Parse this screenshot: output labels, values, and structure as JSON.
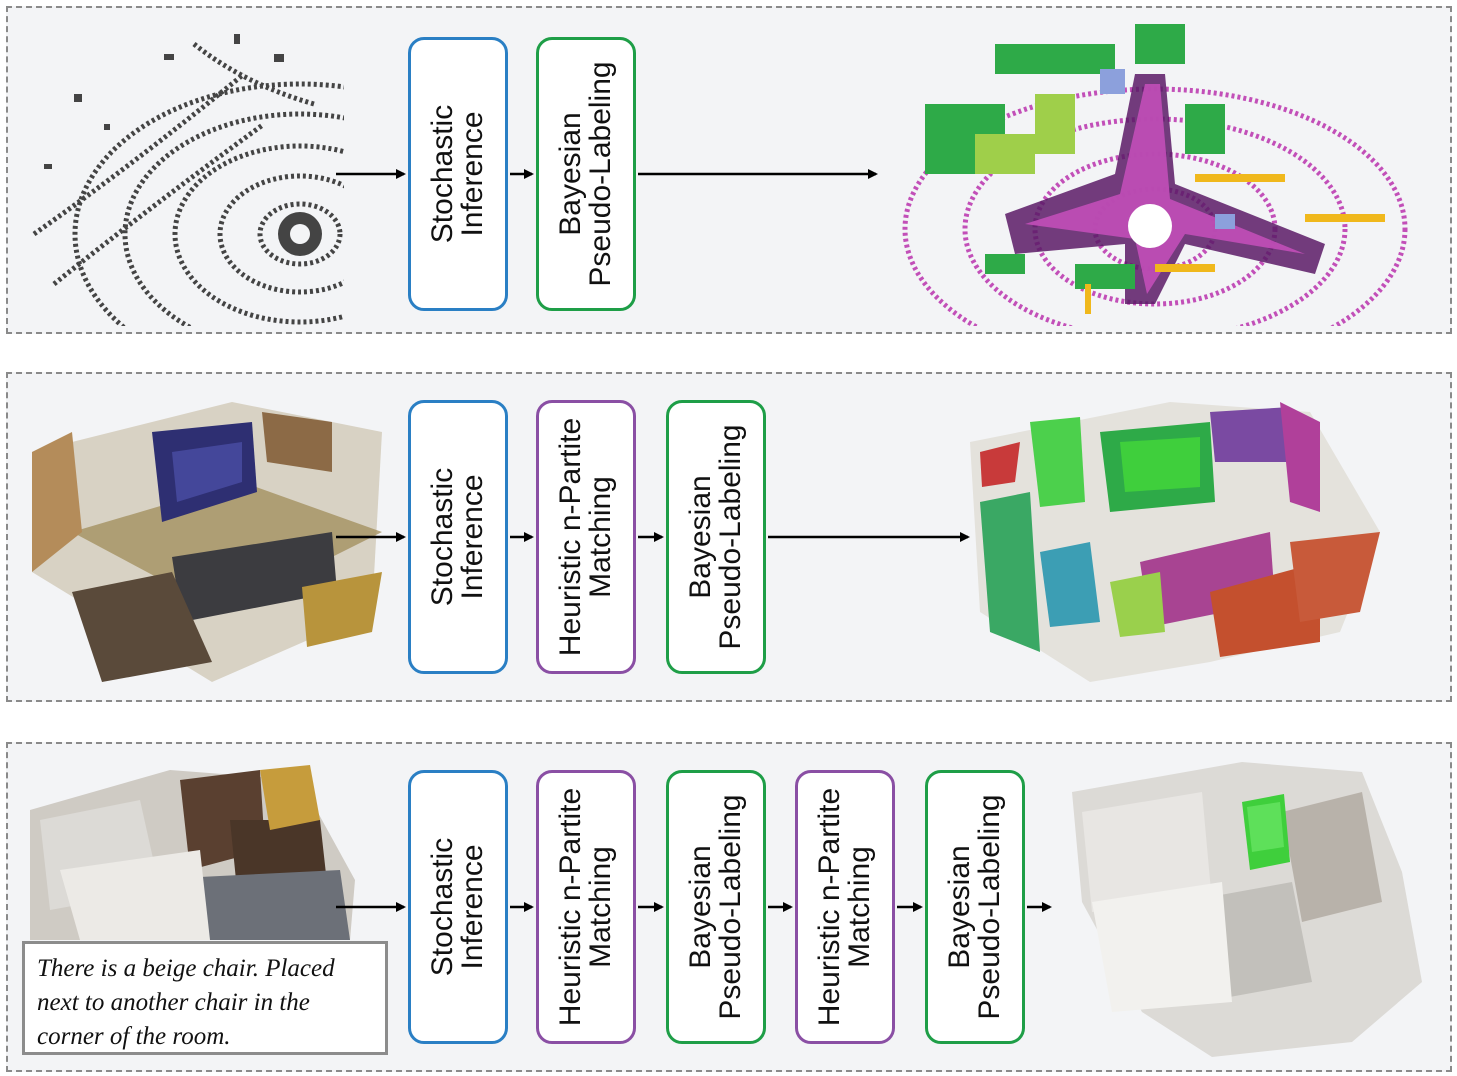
{
  "pipelines": [
    {
      "steps": [
        {
          "label": "Stochastic\nInference",
          "color": "#2a7fc4"
        },
        {
          "label": "Bayesian\nPseudo-Labeling",
          "color": "#1e9e47"
        }
      ]
    },
    {
      "steps": [
        {
          "label": "Stochastic\nInference",
          "color": "#2a7fc4"
        },
        {
          "label": "Heuristic n-Partite\nMatching",
          "color": "#8a4fa4"
        },
        {
          "label": "Bayesian\nPseudo-Labeling",
          "color": "#1e9e47"
        }
      ]
    },
    {
      "steps": [
        {
          "label": "Stochastic\nInference",
          "color": "#2a7fc4"
        },
        {
          "label": "Heuristic n-Partite\nMatching",
          "color": "#8a4fa4"
        },
        {
          "label": "Bayesian\nPseudo-Labeling",
          "color": "#1e9e47"
        },
        {
          "label": "Heuristic n-Partite\nMatching",
          "color": "#8a4fa4"
        },
        {
          "label": "Bayesian\nPseudo-Labeling",
          "color": "#1e9e47"
        }
      ],
      "caption": "There is a beige chair. Placed next to another chair in the corner of the room."
    }
  ],
  "colors": {
    "panel_background": "#f3f4f6",
    "panel_border": "#8a8a8a",
    "stochastic_inference": "#2a7fc4",
    "pseudo_labeling": "#1e9e47",
    "partite_matching": "#8a4fa4",
    "pointcloud_raw": "#444444",
    "label_road": "#c24fb8",
    "label_vegetation": "#2eaa48",
    "label_sidewalk": "#5a1a66",
    "label_pole": "#f0b81c",
    "label_object": "#3fcf3c"
  }
}
